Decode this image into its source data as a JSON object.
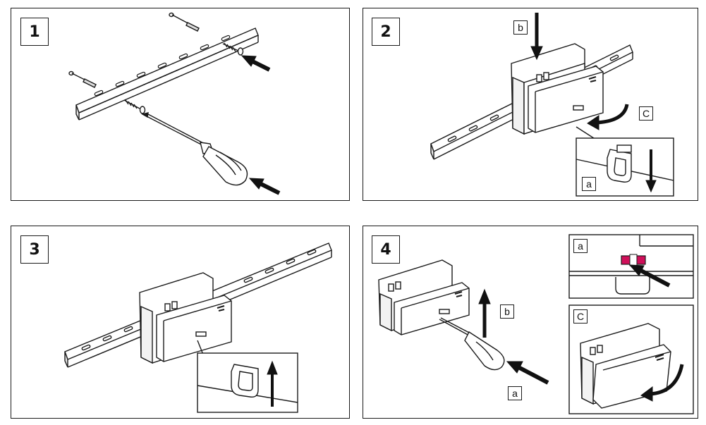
{
  "steps": {
    "s1": {
      "number": "1"
    },
    "s2": {
      "number": "2",
      "label_b": "b",
      "label_c": "C",
      "label_a": "a"
    },
    "s3": {
      "number": "3"
    },
    "s4": {
      "number": "4",
      "label_b": "b",
      "label_a": "a",
      "inset_a": "a",
      "inset_c": "C"
    }
  },
  "colors": {
    "line": "#1a1a1a",
    "latch_highlight": "#d0105a"
  },
  "icons": [
    "din-rail",
    "wall-plug",
    "screw",
    "screwdriver",
    "device-module",
    "push-arrow",
    "curved-arrow",
    "latch-clip"
  ]
}
